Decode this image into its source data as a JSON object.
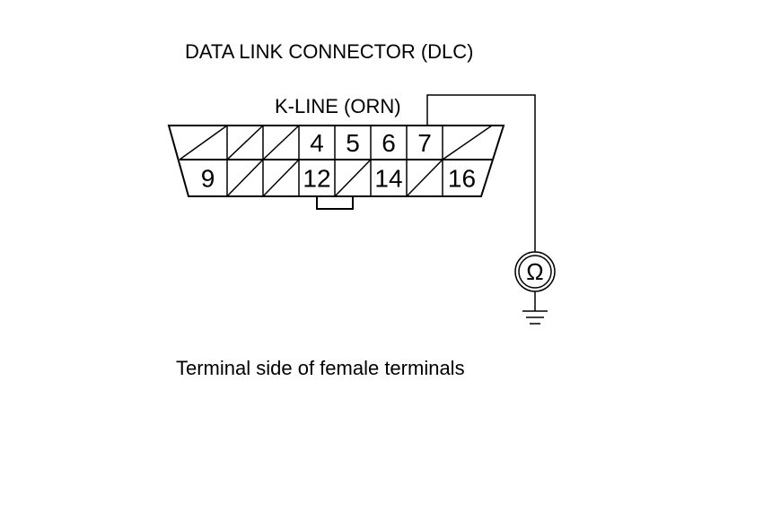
{
  "diagram": {
    "title": "DATA LINK CONNECTOR (DLC)",
    "wire_label": "K-LINE (ORN)",
    "caption": "Terminal side of female terminals",
    "meter_symbol": "Ω",
    "meter_icon": "ohmmeter-icon",
    "ground_icon": "ground-icon",
    "connector": {
      "top_row": [
        {
          "pin": "1",
          "label": "",
          "empty": true
        },
        {
          "pin": "2",
          "label": "",
          "empty": true
        },
        {
          "pin": "3",
          "label": "",
          "empty": true
        },
        {
          "pin": "4",
          "label": "4",
          "empty": false
        },
        {
          "pin": "5",
          "label": "5",
          "empty": false
        },
        {
          "pin": "6",
          "label": "6",
          "empty": false
        },
        {
          "pin": "7",
          "label": "7",
          "empty": false
        },
        {
          "pin": "8",
          "label": "",
          "empty": true
        }
      ],
      "bottom_row": [
        {
          "pin": "9",
          "label": "9",
          "empty": false
        },
        {
          "pin": "10",
          "label": "",
          "empty": true
        },
        {
          "pin": "11",
          "label": "",
          "empty": true
        },
        {
          "pin": "12",
          "label": "12",
          "empty": false
        },
        {
          "pin": "13",
          "label": "",
          "empty": true
        },
        {
          "pin": "14",
          "label": "14",
          "empty": false
        },
        {
          "pin": "15",
          "label": "",
          "empty": true
        },
        {
          "pin": "16",
          "label": "16",
          "empty": false
        }
      ]
    }
  }
}
